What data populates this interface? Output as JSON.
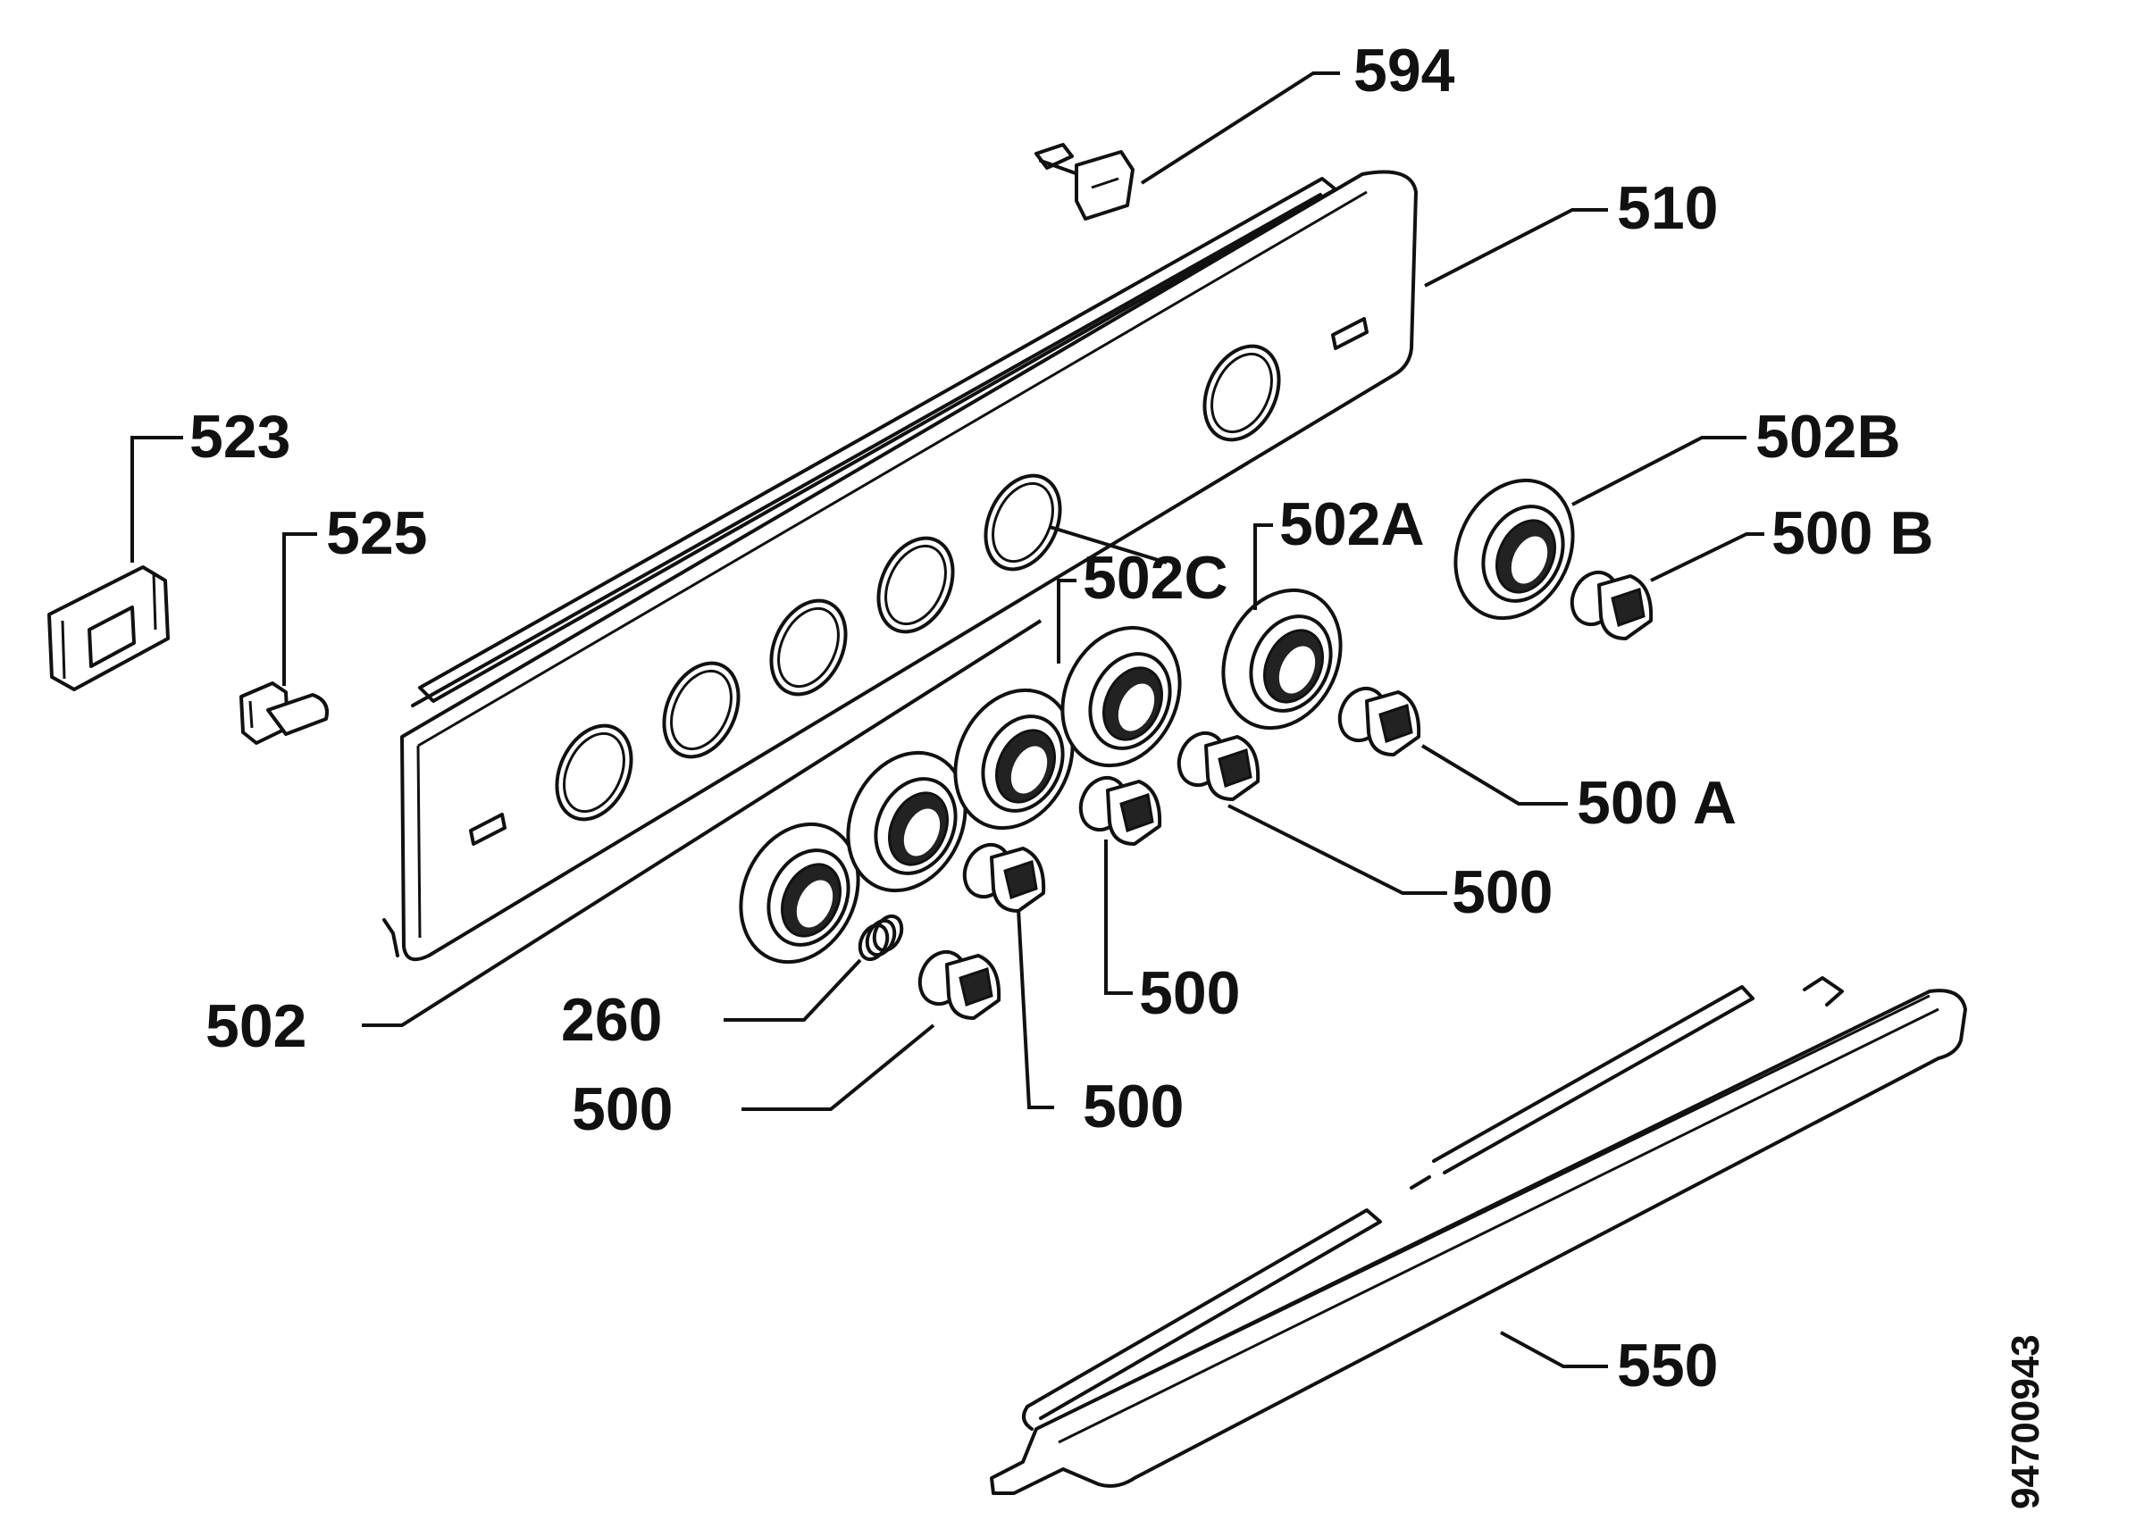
{
  "labels": {
    "l594": "594",
    "l510": "510",
    "l523": "523",
    "l525": "525",
    "l502B": "502B",
    "l502A": "502A",
    "l500B": "500 B",
    "l502C": "502C",
    "l500A": "500 A",
    "l500_r": "500",
    "l500_m": "500",
    "l260": "260",
    "l502": "502",
    "l500_bl": "500",
    "l500_bm": "500",
    "l550": "550"
  },
  "drawing_number": "94700943"
}
